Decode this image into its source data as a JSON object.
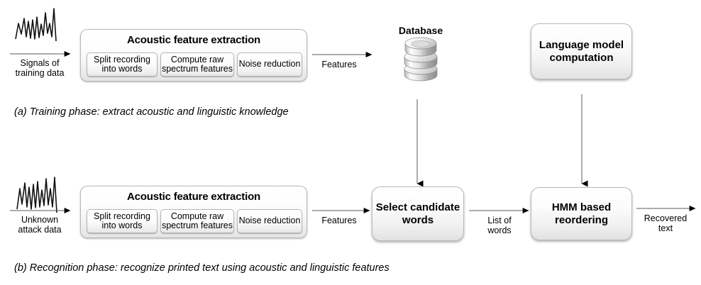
{
  "diagram": {
    "title": "Speech-recognition style pipeline: training phase and recognition phase",
    "accent_color": "#000000",
    "box_fill": "#f2f2f2",
    "box_border": "#b9b9b9"
  },
  "training": {
    "input_label": "Signals of\ntraining data",
    "waveform_icon": "waveform-icon",
    "extractor": {
      "title": "Acoustic feature extraction",
      "steps": [
        {
          "label": "Split recording\ninto words"
        },
        {
          "label": "Compute raw\nspectrum features"
        },
        {
          "label": "Noise reduction"
        }
      ]
    },
    "features_label": "Features",
    "database": {
      "title": "Database",
      "icon": "database-icon"
    },
    "language_model": {
      "label": "Language\nmodel\ncomputation"
    },
    "caption": "(a) Training phase: extract acoustic and linguistic knowledge"
  },
  "recognition": {
    "input_label": "Unknown\nattack data",
    "waveform_icon": "waveform-icon",
    "extractor": {
      "title": "Acoustic feature extraction",
      "steps": [
        {
          "label": "Split recording\ninto words"
        },
        {
          "label": "Compute raw\nspectrum features"
        },
        {
          "label": "Noise reduction"
        }
      ]
    },
    "features_label": "Features",
    "select_words": {
      "label": "Select\ncandidate\nwords"
    },
    "list_label": "List of\nwords",
    "hmm": {
      "label": "HMM based\nreordering"
    },
    "output_label": "Recovered\ntext",
    "caption": "(b) Recognition phase: recognize printed text using acoustic and linguistic features"
  }
}
